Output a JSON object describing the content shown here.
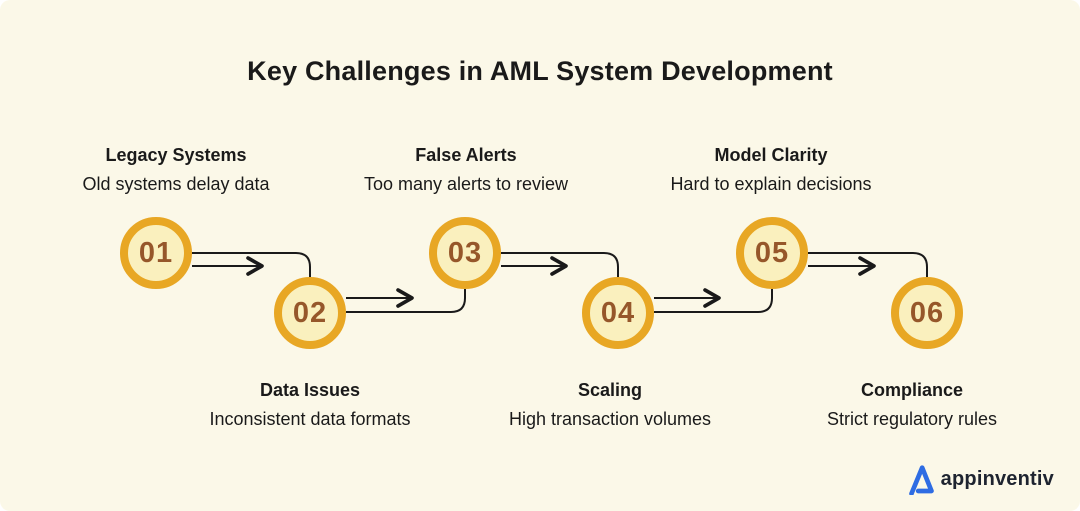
{
  "title": "Key Challenges in AML System Development",
  "steps": [
    {
      "number": "01",
      "title": "Legacy Systems",
      "desc": "Old systems delay data",
      "row": "top"
    },
    {
      "number": "02",
      "title": "Data Issues",
      "desc": "Inconsistent data formats",
      "row": "bottom"
    },
    {
      "number": "03",
      "title": "False Alerts",
      "desc": "Too many alerts to review",
      "row": "top"
    },
    {
      "number": "04",
      "title": "Scaling",
      "desc": "High transaction volumes",
      "row": "bottom"
    },
    {
      "number": "05",
      "title": "Model Clarity",
      "desc": "Hard to explain decisions",
      "row": "top"
    },
    {
      "number": "06",
      "title": "Compliance",
      "desc": "Strict regulatory rules",
      "row": "bottom"
    }
  ],
  "logo": {
    "text": "appinventiv",
    "icon": "appinventiv-a-icon"
  },
  "colors": {
    "background": "#FBF8E8",
    "circle_ring": "#E8A724",
    "circle_fill": "#FAF0BE",
    "number_text": "#96572A",
    "text": "#1A1A1A",
    "line": "#1A1A1A",
    "logo_blue": "#2E6CE3",
    "logo_text": "#1E2430"
  }
}
